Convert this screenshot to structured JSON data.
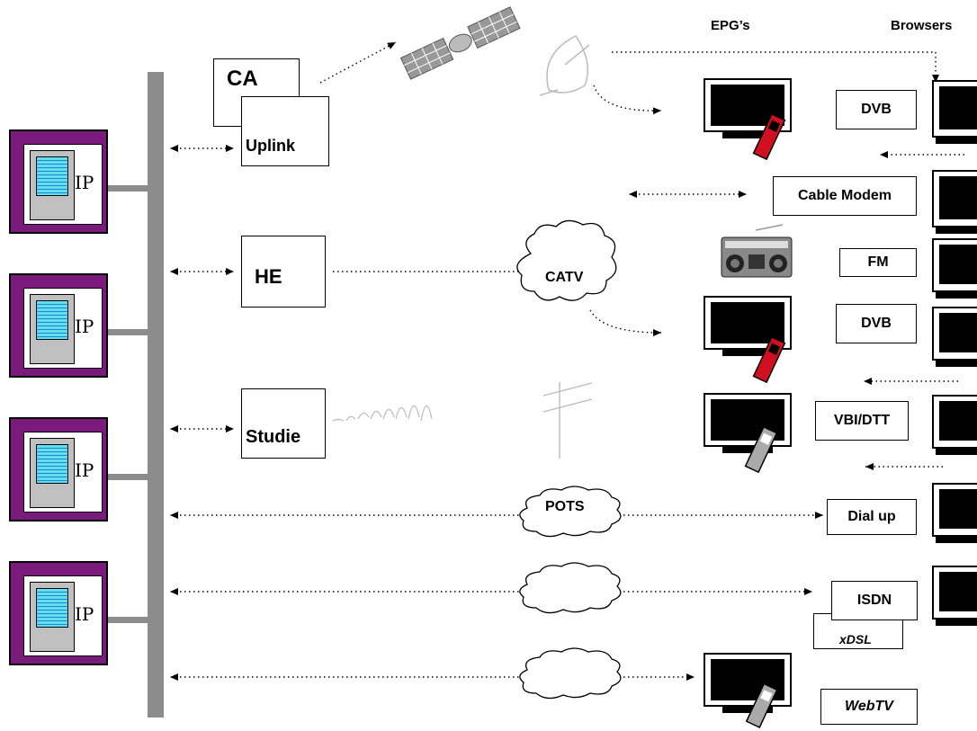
{
  "headers": {
    "epg": "EPG’s",
    "browsers": "Browsers"
  },
  "servers": [
    {
      "label": "IP"
    },
    {
      "label": "IP"
    },
    {
      "label": "IP"
    },
    {
      "label": "IP"
    }
  ],
  "sources": {
    "ca": "CA",
    "uplink": "Uplink",
    "he": "HE",
    "studie": "Studie"
  },
  "clouds": {
    "catv": "CATV",
    "pots": "POTS"
  },
  "receivers": {
    "dvb1": "DVB",
    "cable_modem": "Cable Modem",
    "fm": "FM",
    "dvb2": "DVB",
    "vbi_dtt": "VBI/DTT",
    "dial_up": "Dial up",
    "isdn": "ISDN",
    "xdsl": "xDSL",
    "webtv": "WebTV"
  },
  "colors": {
    "server_frame": "#7a1a7a",
    "backbone": "#8c8c8c",
    "remote_red": "#d01020"
  }
}
